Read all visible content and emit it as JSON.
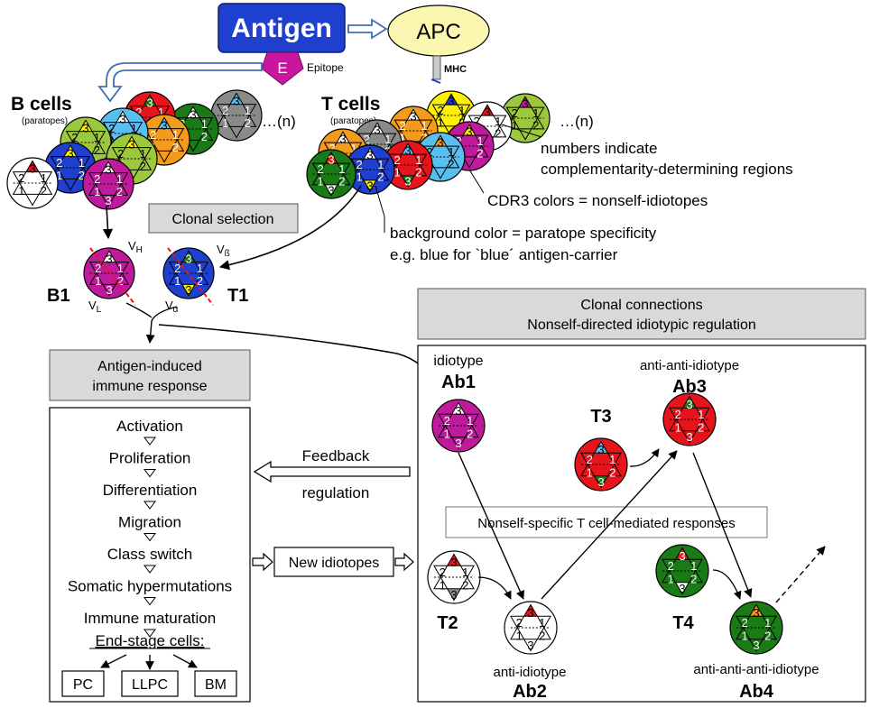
{
  "antigen": {
    "label": "Antigen",
    "epitope_letter": "E",
    "epitope_label": "Epitope"
  },
  "apc": {
    "label": "APC",
    "mhc_label": "MHC"
  },
  "bcells": {
    "title": "B cells",
    "subtitle": "(paratopes)",
    "more": "…(n)"
  },
  "tcells": {
    "title": "T cells",
    "subtitle": "(paratopes)",
    "more": "…(n)"
  },
  "legend": {
    "line1": "numbers indicate",
    "line2": "complementarity-determining regions",
    "cdr3": "CDR3 colors = nonself-idiotopes",
    "bg1": "background color = paratope specificity",
    "bg2": "e.g. blue for `blue´ antigen-carrier"
  },
  "clonal_selection": "Clonal selection",
  "b1": {
    "label": "B1",
    "vh": "V",
    "vh_sub": "H",
    "vl": "V",
    "vl_sub": "L"
  },
  "t1": {
    "label": "T1",
    "vb": "V",
    "vb_sub": "ß",
    "va": "V",
    "va_sub": "α"
  },
  "antigen_induced": {
    "line1": "Antigen-induced",
    "line2": "immune response"
  },
  "steps": [
    "Activation",
    "Proliferation",
    "Differentiation",
    "Migration",
    "Class switch",
    "Somatic hypermutations",
    "Immune maturation"
  ],
  "end_stage": "End-stage cells:",
  "end_cells": [
    "PC",
    "LLPC",
    "BM"
  ],
  "feedback": {
    "line1": "Feedback",
    "line2": "regulation"
  },
  "new_idiotopes": "New idiotopes",
  "clonal_connections": {
    "line1": "Clonal connections",
    "line2": "Nonself-directed idiotypic regulation"
  },
  "nonself_specific": "Nonself-specific T cell-mediated responses",
  "ab1": {
    "caption": "idiotype",
    "label": "Ab1"
  },
  "ab2": {
    "caption": "anti-idiotype",
    "label": "Ab2"
  },
  "ab3": {
    "caption": "anti-anti-idiotype",
    "label": "Ab3"
  },
  "ab4": {
    "caption": "anti-anti-anti-idiotype",
    "label": "Ab4"
  },
  "t2": "T2",
  "t3": "T3",
  "t4": "T4",
  "cdr_numbers": [
    "1",
    "2",
    "3"
  ],
  "colors": {
    "antigen_box": "#1f3fcf",
    "epitope": "#c8169e",
    "apc": "#fbf6b0",
    "magenta": "#c01a9c",
    "blue": "#1f3fcf",
    "red": "#e8141b",
    "green": "#1a7a16",
    "yellow": "#fff200",
    "lightblue": "#58bff0",
    "orange": "#f49a1c",
    "gray": "#8a8a8a",
    "lightgreen": "#9bc83c",
    "white": "#ffffff",
    "panel": "#d9d9d9",
    "arrow_outline": "#3f6fb5"
  }
}
